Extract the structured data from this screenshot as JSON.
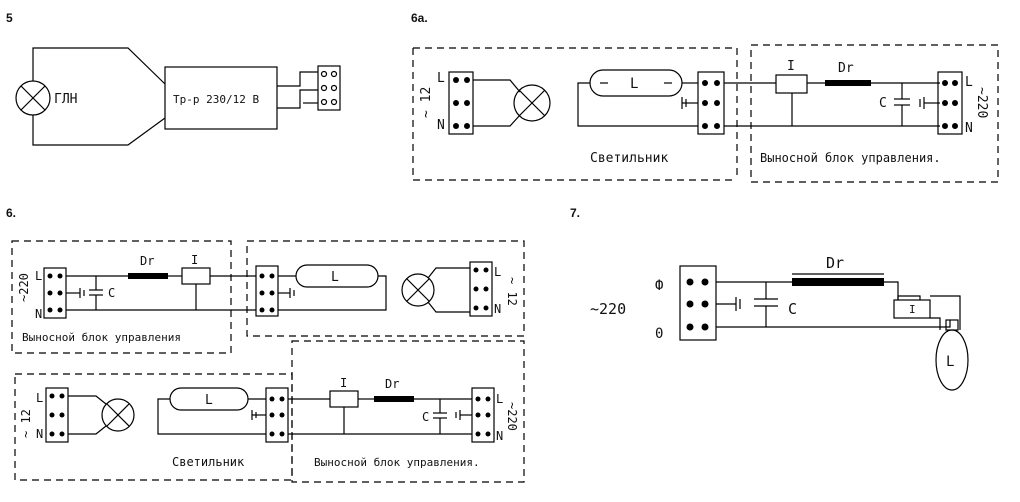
{
  "sections": {
    "s5": {
      "label": "5",
      "lamp_label": "ГЛН",
      "transformer_label": "Тр-р 230/12 В"
    },
    "s6a": {
      "label": "6a.",
      "voltage_left": "~ 12",
      "terminal_L": "L",
      "terminal_N": "N",
      "tube_label": "L",
      "ignitor_label": "I",
      "choke_label": "Dr",
      "capacitor_label": "C",
      "voltage_right": "~220",
      "luminaire_caption": "Светильник",
      "control_caption": "Выносной блок управления."
    },
    "s6": {
      "label": "6.",
      "top": {
        "voltage_left": "~220",
        "terminal_L": "L",
        "terminal_N": "N",
        "choke_label": "Dr",
        "ignitor_label": "I",
        "capacitor_label": "C",
        "tube_label": "L",
        "voltage_right": "~ 12",
        "control_caption": "Выносной блок управления"
      },
      "bottom": {
        "voltage_left": "~ 12",
        "terminal_L": "L",
        "terminal_N": "N",
        "tube_label": "L",
        "ignitor_label": "I",
        "choke_label": "Dr",
        "capacitor_label": "C",
        "voltage_right": "~220",
        "luminaire_caption": "Светильник",
        "control_caption": "Выносной блок управления."
      }
    },
    "s7": {
      "label": "7.",
      "choke_label": "Dr",
      "phase_label": "Ф",
      "voltage_label": "~220",
      "capacitor_label": "C",
      "neutral_label": "0",
      "ignitor_label": "I",
      "lamp_label": "L"
    }
  }
}
